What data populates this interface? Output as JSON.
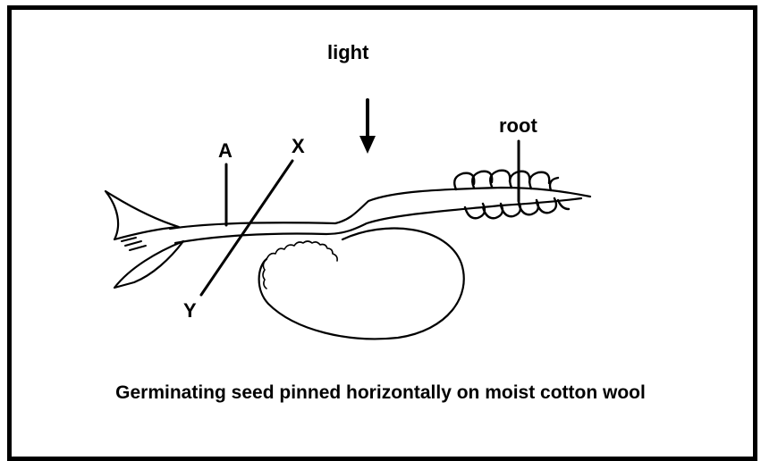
{
  "labels": {
    "light": "light",
    "root": "root",
    "a": "A",
    "x": "X",
    "y": "Y"
  },
  "caption": "Germinating seed pinned horizontally on moist cotton wool",
  "colors": {
    "line": "#000000",
    "background": "#ffffff"
  }
}
